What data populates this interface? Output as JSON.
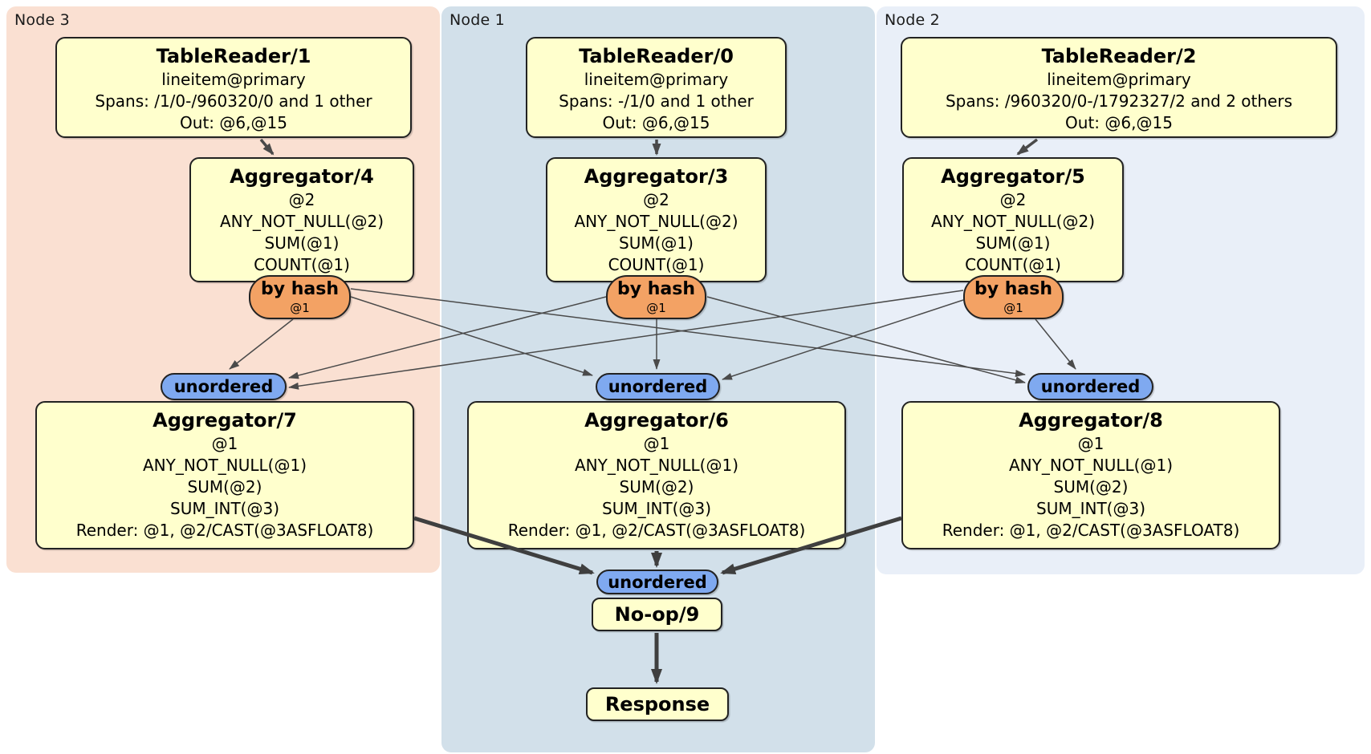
{
  "colors": {
    "node3_bg": "#fae0d2",
    "node1_bg": "#d2e0ea",
    "node2_bg": "#e9eff8",
    "box_fill": "#ffffcd",
    "box_border": "#222222",
    "hash_badge_fill": "#f3a264",
    "stream_badge_fill": "#7fa9f0",
    "edge_color": "#4a4a4a",
    "edge_thick_color": "#3f3f3f"
  },
  "regions": {
    "node3": {
      "label": "Node 3"
    },
    "node1": {
      "label": "Node 1"
    },
    "node2": {
      "label": "Node 2"
    }
  },
  "processors": {
    "tablereader1": {
      "title": "TableReader/1",
      "lines": [
        "lineitem@primary",
        "Spans: /1/0-/960320/0 and 1 other",
        "Out: @6,@15"
      ]
    },
    "tablereader0": {
      "title": "TableReader/0",
      "lines": [
        "lineitem@primary",
        "Spans: -/1/0 and 1 other",
        "Out: @6,@15"
      ]
    },
    "tablereader2": {
      "title": "TableReader/2",
      "lines": [
        "lineitem@primary",
        "Spans: /960320/0-/1792327/2 and 2 others",
        "Out: @6,@15"
      ]
    },
    "aggregator4": {
      "title": "Aggregator/4",
      "lines": [
        "@2",
        "ANY_NOT_NULL(@2)",
        "SUM(@1)",
        "COUNT(@1)"
      ]
    },
    "aggregator3": {
      "title": "Aggregator/3",
      "lines": [
        "@2",
        "ANY_NOT_NULL(@2)",
        "SUM(@1)",
        "COUNT(@1)"
      ]
    },
    "aggregator5": {
      "title": "Aggregator/5",
      "lines": [
        "@2",
        "ANY_NOT_NULL(@2)",
        "SUM(@1)",
        "COUNT(@1)"
      ]
    },
    "aggregator7": {
      "title": "Aggregator/7",
      "lines": [
        "@1",
        "ANY_NOT_NULL(@1)",
        "SUM(@2)",
        "SUM_INT(@3)",
        "Render: @1, @2/CAST(@3ASFLOAT8)"
      ]
    },
    "aggregator6": {
      "title": "Aggregator/6",
      "lines": [
        "@1",
        "ANY_NOT_NULL(@1)",
        "SUM(@2)",
        "SUM_INT(@3)",
        "Render: @1, @2/CAST(@3ASFLOAT8)"
      ]
    },
    "aggregator8": {
      "title": "Aggregator/8",
      "lines": [
        "@1",
        "ANY_NOT_NULL(@1)",
        "SUM(@2)",
        "SUM_INT(@3)",
        "Render: @1, @2/CAST(@3ASFLOAT8)"
      ]
    },
    "noop9": {
      "title": "No-op/9"
    },
    "response": {
      "title": "Response"
    }
  },
  "router": {
    "label": "by hash",
    "hash_key": "@1"
  },
  "stream": {
    "unordered_label": "unordered"
  }
}
